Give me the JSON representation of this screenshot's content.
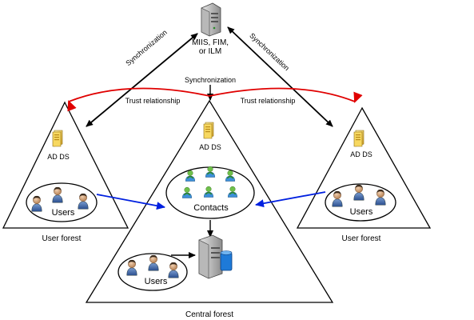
{
  "sync_server": {
    "label_lines": [
      "MIIS, FIM,",
      "or ILM"
    ],
    "icon": "server-icon"
  },
  "synchronization": {
    "left_label": "Synchronization",
    "right_label": "Synchronization",
    "center_label": "Synchronization"
  },
  "trust": {
    "left_label": "Trust relationship",
    "right_label": "Trust relationship",
    "color": "#e00000"
  },
  "left_forest": {
    "ad_label": "AD DS",
    "users_label": "Users",
    "forest_label": "User forest"
  },
  "right_forest": {
    "ad_label": "AD DS",
    "users_label": "Users",
    "forest_label": "User forest"
  },
  "central_forest": {
    "ad_label": "AD DS",
    "contacts_label": "Contacts",
    "users_label": "Users",
    "forest_label": "Central forest"
  },
  "colors": {
    "contact_arrow": "#0020e0",
    "sync_arrow": "#000000"
  }
}
